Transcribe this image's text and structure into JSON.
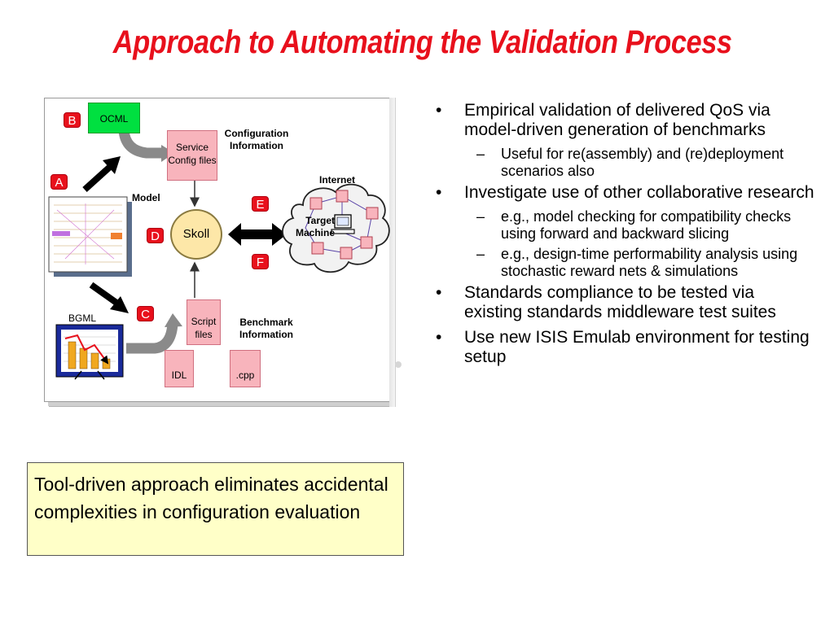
{
  "title": "Approach to Automating the Validation Process",
  "diagram": {
    "letters": {
      "a": "A",
      "b": "B",
      "c": "C",
      "d": "D",
      "e": "E",
      "f": "F"
    },
    "ocml": "OCML",
    "service_config_files": "Service Config files",
    "configuration_information": "Configuration Information",
    "model": "Model",
    "skoll": "Skoll",
    "internet": "Internet",
    "target_machine": "Target Machine",
    "bgml": "BGML",
    "script_files": "Script files",
    "benchmark_information": "Benchmark Information",
    "idl": "IDL",
    "cpp": ".cpp"
  },
  "bullets": [
    {
      "text": "Empirical validation of delivered QoS via model-driven generation of benchmarks",
      "sub": [
        "Useful for re(assembly) and (re)deployment scenarios also"
      ]
    },
    {
      "text": "Investigate use of other collaborative research",
      "sub": [
        "e.g., model checking for compatibility checks using forward and backward slicing",
        "e.g., design-time performability analysis using stochastic reward nets & simulations"
      ]
    },
    {
      "text": "Standards compliance to be tested via existing standards middleware test suites",
      "sub": []
    },
    {
      "text": "Use new ISIS Emulab environment for testing setup",
      "sub": []
    }
  ],
  "callout": "Tool-driven approach eliminates accidental complexities in configuration evaluation",
  "colors": {
    "title": "#e8101c",
    "letter_badge": "#e8101c",
    "ocml_green": "#00e040",
    "doc_pink": "#f8b4bc",
    "skoll_fill": "#fde7a8",
    "callout_fill": "#ffffc8"
  }
}
